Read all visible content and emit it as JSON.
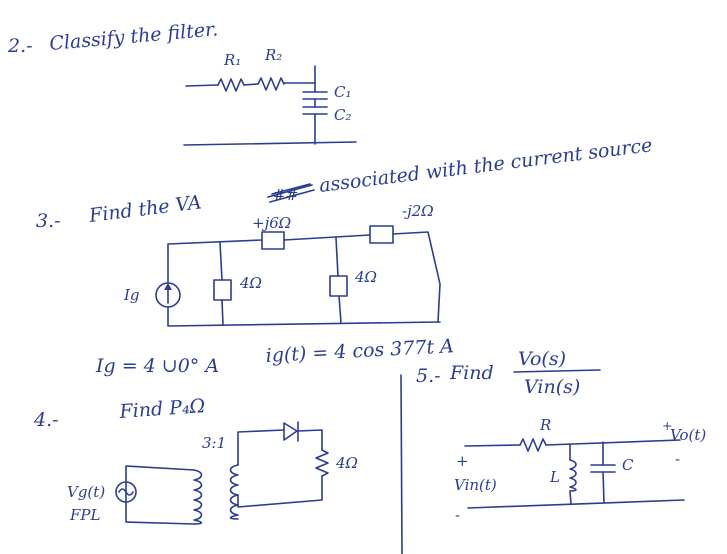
{
  "problem2": {
    "number": "2.-",
    "prompt": "Classify the filter.",
    "r1_label": "R₁",
    "r2_label": "R₂",
    "c1_label": "C₁",
    "c2_label": "C₂"
  },
  "problem3": {
    "number": "3.-",
    "prompt_start": "Find the VA",
    "scribble": "##",
    "prompt_end": "associated with the current source",
    "z_left": "+j6Ω",
    "z_right": "-j2Ω",
    "r_left": "4Ω",
    "r_right": "4Ω",
    "source_label": "Ig",
    "phasor_eq": "Ig = 4 ∪0° A",
    "time_eq": "ig(t) = 4 cos 377t A"
  },
  "problem4": {
    "number": "4.-",
    "prompt": "Find P₄Ω",
    "ratio": "3:1",
    "source_label": "Vg(t)",
    "source_note": "FPL",
    "load_label": "4Ω"
  },
  "problem5": {
    "number": "5.-",
    "prompt": "Find",
    "numerator": "Vo(s)",
    "denominator": "Vin(s)",
    "r_label": "R",
    "l_label": "L",
    "c_label": "C",
    "in_plus": "+",
    "in_label": "Vin(t)",
    "in_minus": "-",
    "out_plus": "+",
    "out_label": "Vo(t)",
    "out_minus": "-"
  }
}
